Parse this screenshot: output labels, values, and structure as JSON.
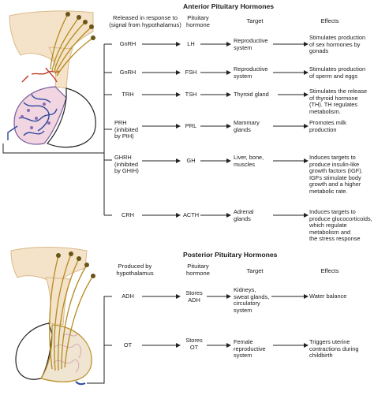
{
  "anterior": {
    "title": "Anterior Pituitary Hormones",
    "headers": {
      "released": "Released in response to\n(signal from hypothalamus)",
      "pituitary": "Pituitary\nhormone",
      "target": "Target",
      "effects": "Effects"
    },
    "rows": [
      {
        "signal": "GnRH",
        "hormone": "LH",
        "target": "Reproductive\nsystem",
        "effect": "Stimulates production\nof sex hormones by\ngonads"
      },
      {
        "signal": "GnRH",
        "hormone": "FSH",
        "target": "Reproductive\nsystem",
        "effect": "Stimulates production\nof sperm and eggs"
      },
      {
        "signal": "TRH",
        "hormone": "TSH",
        "target": "Thyroid gland",
        "effect": "Stimulates the release\nof thyroid hormone\n(TH). TH regulates\nmetabolism."
      },
      {
        "signal": "PRH\n(inhibited\nby PIH)",
        "hormone": "PRL",
        "target": "Mammary\nglands",
        "effect": "Promotes milk\nproduction"
      },
      {
        "signal": "GHRH\n(inhibited\nby GHIH)",
        "hormone": "GH",
        "target": "Liver, bone,\nmuscles",
        "effect": "Induces targets to\nproduce insulin-like\ngrowth factors (IGF).\nIGFs stimulate body\ngrowth and a higher\nmetabolic rate."
      },
      {
        "signal": "CRH",
        "hormone": "ACTH",
        "target": "Adrenal\nglands",
        "effect": "Induces targets to\nproduce glucocorticoids,\nwhich regulate\nmetabolism and\nthe stress response"
      }
    ]
  },
  "posterior": {
    "title": "Posterior Pituitary Hormones",
    "headers": {
      "produced": "Produced by\nhypothalamus",
      "pituitary": "Pituitary\nhormone",
      "target": "Target",
      "effects": "Effects"
    },
    "rows": [
      {
        "signal": "ADH",
        "hormone": "Stores\nADH",
        "target": "Kidneys,\nsweat glands,\ncirculatory\nsystem",
        "effect": "Water balance"
      },
      {
        "signal": "OT",
        "hormone": "Stores\nOT",
        "target": "Female\nreproductive\nsystem",
        "effect": "Triggers uterine\ncontractions during\nchildbirth"
      }
    ]
  },
  "colors": {
    "tissue": "#f4e3c8",
    "tissue_edge": "#d9b98a",
    "axon": "#b58a1e",
    "axon_dark": "#6b5416",
    "artery": "#c0392b",
    "vein": "#2e4a9e",
    "cells": "#8a6ab0",
    "posterior_lobe": "#efe5d0",
    "line": "#222222"
  }
}
